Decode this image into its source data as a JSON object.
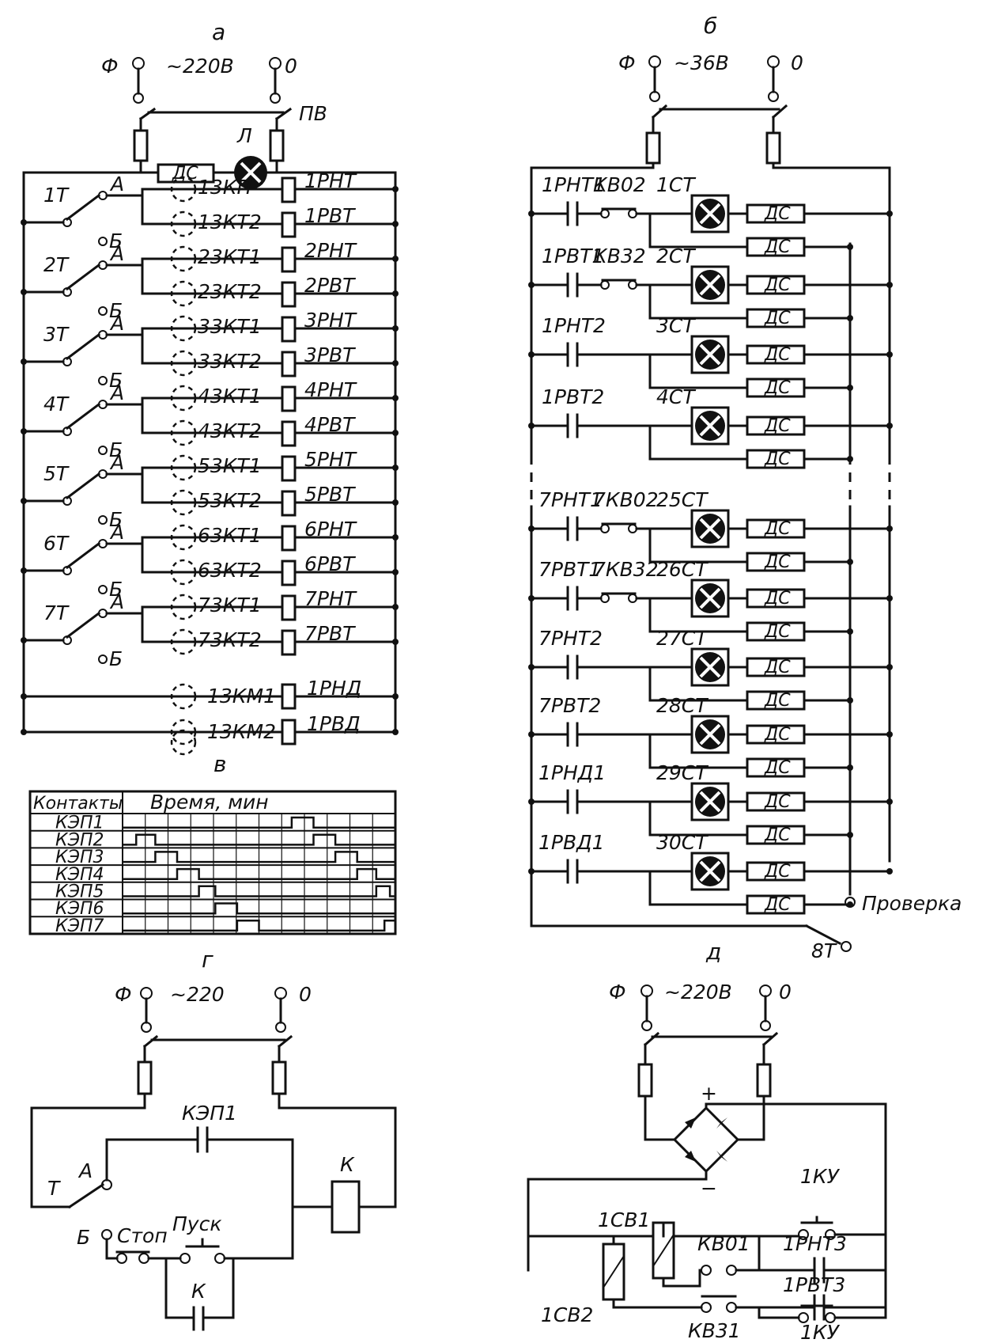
{
  "panels": {
    "a": "а",
    "b": "б",
    "v": "в",
    "g": "г",
    "d": "д"
  },
  "panel_a": {
    "phase": "Ф",
    "neutral": "0",
    "voltage": "~220В",
    "switch": "ПВ",
    "lamp": "Л",
    "resistor": "ДС",
    "pos_a": "А",
    "pos_b": "Б",
    "rows": [
      {
        "switch": "1Т",
        "cam1": "13КП",
        "cam2": "13КТ2",
        "relay1": "1РНТ",
        "relay2": "1РВТ"
      },
      {
        "switch": "2Т",
        "cam1": "23КТ1",
        "cam2": "23КТ2",
        "relay1": "2РНТ",
        "relay2": "2РВТ"
      },
      {
        "switch": "3Т",
        "cam1": "33КТ1",
        "cam2": "33КТ2",
        "relay1": "3РНТ",
        "relay2": "3РВТ"
      },
      {
        "switch": "4Т",
        "cam1": "43КТ1",
        "cam2": "43КТ2",
        "relay1": "4РНТ",
        "relay2": "4РВТ"
      },
      {
        "switch": "5Т",
        "cam1": "53КТ1",
        "cam2": "53КТ2",
        "relay1": "5РНТ",
        "relay2": "5РВТ"
      },
      {
        "switch": "6Т",
        "cam1": "63КТ1",
        "cam2": "63КТ2",
        "relay1": "6РНТ",
        "relay2": "6РВТ"
      },
      {
        "switch": "7Т",
        "cam1": "73КТ1",
        "cam2": "73КТ2",
        "relay1": "7РНТ",
        "relay2": "7РВТ"
      }
    ],
    "extra": [
      {
        "cam": "13КМ1",
        "relay": "1РНД"
      },
      {
        "cam": "13КМ2",
        "relay": "1РВД"
      }
    ]
  },
  "panel_b": {
    "phase": "Ф",
    "neutral": "0",
    "voltage": "~36В",
    "resistor": "ДС",
    "rows": [
      {
        "contact": "1РНТ1",
        "extra": "КВ02",
        "lamp": "1СТ"
      },
      {
        "contact": "1РВТ1",
        "extra": "КВ32",
        "lamp": "2СТ"
      },
      {
        "contact": "1РНТ2",
        "extra": "",
        "lamp": "3СТ"
      },
      {
        "contact": "1РВТ2",
        "extra": "",
        "lamp": "4СТ"
      },
      {
        "contact": "7РНТ1",
        "extra": "7КВ02",
        "lamp": "25СТ"
      },
      {
        "contact": "7РВТ1",
        "extra": "7КВ32",
        "lamp": "26СТ"
      },
      {
        "contact": "7РНТ2",
        "extra": "",
        "lamp": "27СТ"
      },
      {
        "contact": "7РВТ2",
        "extra": "",
        "lamp": "28СТ"
      },
      {
        "contact": "1РНД1",
        "extra": "",
        "lamp": "29СТ"
      },
      {
        "contact": "1РВД1",
        "extra": "",
        "lamp": "30СТ"
      }
    ],
    "check_label": "Проверка",
    "check_switch": "8Т"
  },
  "panel_g": {
    "header_contacts": "Контакты",
    "header_time": "Время, мин",
    "rows": [
      "КЭП1",
      "КЭП2",
      "КЭП3",
      "КЭП4",
      "КЭП5",
      "КЭП6",
      "КЭП7"
    ],
    "pulses": [
      [
        [
          0.62,
          0.7
        ]
      ],
      [
        [
          0.05,
          0.12
        ],
        [
          0.7,
          0.78
        ]
      ],
      [
        [
          0.12,
          0.2
        ],
        [
          0.78,
          0.86
        ]
      ],
      [
        [
          0.2,
          0.28
        ],
        [
          0.86,
          0.93
        ]
      ],
      [
        [
          0.28,
          0.34
        ],
        [
          0.93,
          0.98
        ]
      ],
      [
        [
          0.34,
          0.42
        ]
      ],
      [
        [
          0.42,
          0.5
        ],
        [
          0.96,
          1.0
        ]
      ]
    ]
  },
  "panel_g_circuit": {
    "phase": "Ф",
    "neutral": "0",
    "voltage": "~220",
    "cam": "КЭП1",
    "coil": "К",
    "switch": "Т",
    "pos_a": "А",
    "pos_b": "Б",
    "stop": "Стоп",
    "start": "Пуск",
    "hold": "К"
  },
  "panel_d": {
    "phase": "Ф",
    "neutral": "0",
    "voltage": "~220В",
    "plus": "+",
    "minus": "−",
    "ku_top": "1КУ",
    "ku_bottom": "1КУ",
    "rnt3": "1РНТ3",
    "rvt3": "1РВТ3",
    "kv01": "КВ01",
    "kv31": "КВ31",
    "csv1": "1СВ1",
    "csv2": "1СВ2"
  }
}
